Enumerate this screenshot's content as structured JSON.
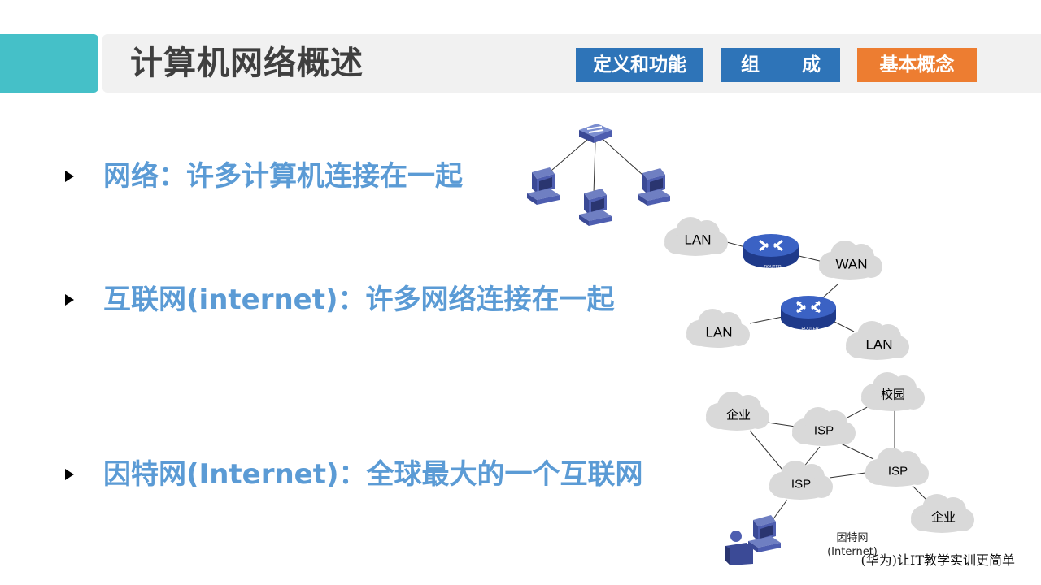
{
  "header": {
    "title": "计算机网络概述",
    "nav": [
      {
        "label": "定义和功能"
      },
      {
        "label": "组 成"
      },
      {
        "label": "基本概念"
      }
    ]
  },
  "bullets": [
    {
      "text": "网络：许多计算机连接在一起"
    },
    {
      "text": "互联网(internet)：许多网络连接在一起"
    },
    {
      "text": "因特网(Internet)：全球最大的一个互联网"
    }
  ],
  "diagram": {
    "clouds": {
      "lan_top": "LAN",
      "wan": "WAN",
      "lan_mid": "LAN",
      "lan_right": "LAN",
      "enterprise_top": "企业",
      "campus": "校园",
      "isp_top": "ISP",
      "isp_right": "ISP",
      "isp_left": "ISP",
      "enterprise_bottom": "企业"
    },
    "router_label": "ROUTER",
    "caption_line1": "因特网",
    "caption_line2": "(Internet)"
  },
  "watermark": "(华为)让IT教学实训更简单",
  "colors": {
    "accent_teal": "#45c0c8",
    "nav_blue": "#2e74b8",
    "nav_orange": "#ed7d31",
    "bullet_blue": "#5b9bd5",
    "cloud_gray": "#d9d9d9"
  }
}
